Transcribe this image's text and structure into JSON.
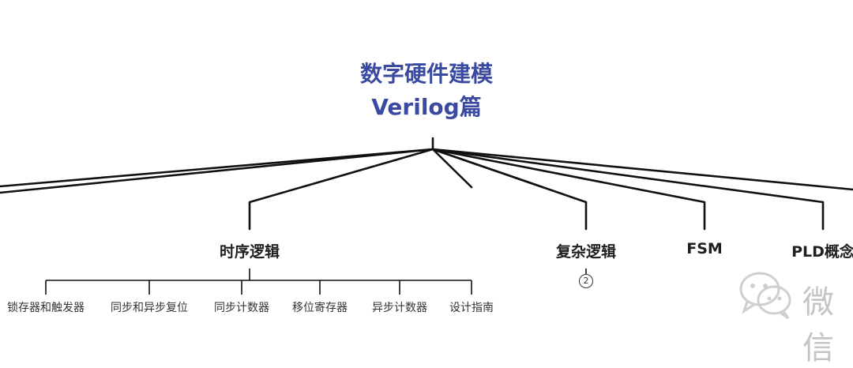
{
  "root": {
    "line1": "数字硬件建模",
    "line2": "Verilog篇"
  },
  "branches": {
    "sequential": "时序逻辑",
    "complex": "复杂逻辑",
    "fsm": "FSM",
    "pld": "PLD概念"
  },
  "complex_badge": "2",
  "leaves": [
    "锁存器和触发器",
    "同步和异步复位",
    "同步计数器",
    "移位寄存器",
    "异步计数器",
    "设计指南"
  ],
  "watermark": {
    "text": "微信",
    "icon": "wechat-icon"
  },
  "colors": {
    "root_title": "#3a4aa0",
    "line": "#111111",
    "watermark": "#c4c4c4"
  }
}
